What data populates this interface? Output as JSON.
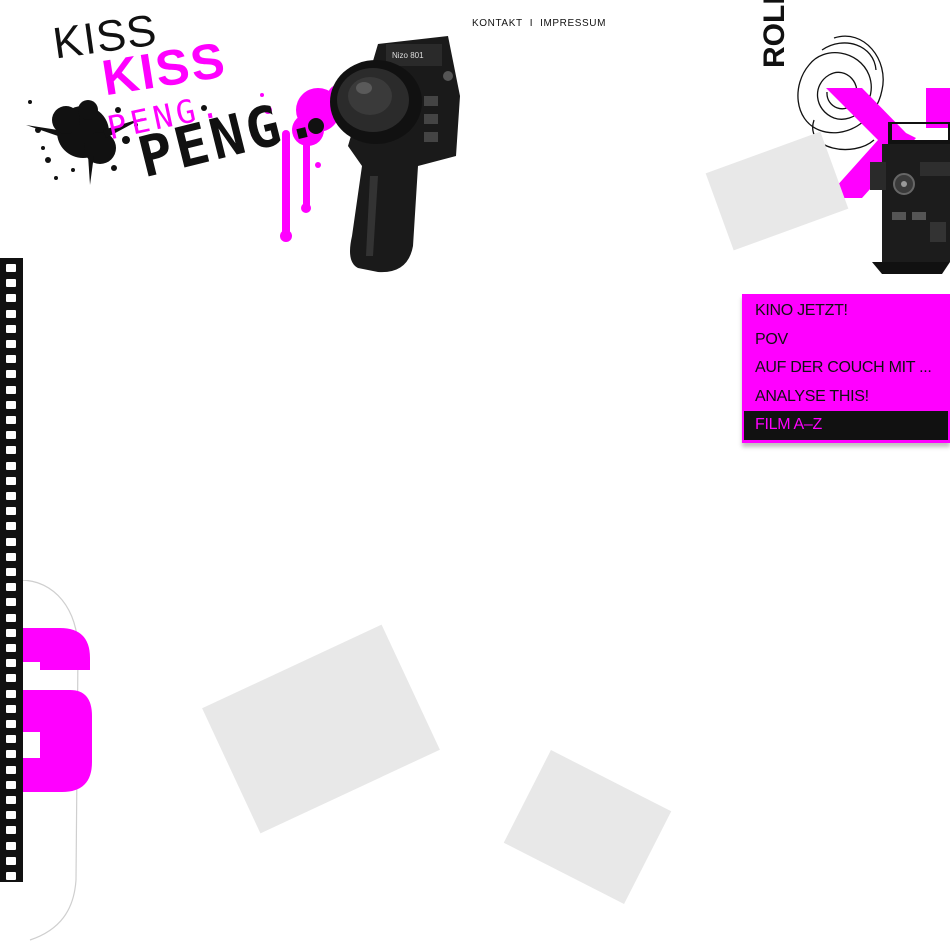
{
  "top_nav": {
    "links": [
      "KONTAKT",
      "IMPRESSUM"
    ],
    "separator": "I"
  },
  "logo": {
    "line1": "KISS",
    "line2": "KISS",
    "line3": "PENG.",
    "line4": "PENG."
  },
  "side_text": "ROLL",
  "menu": {
    "items": [
      {
        "label": "KINO JETZT!",
        "active": false
      },
      {
        "label": "POV",
        "active": false
      },
      {
        "label": "AUF DER COUCH MIT ...",
        "active": false
      },
      {
        "label": "ANALYSE THIS!",
        "active": false
      },
      {
        "label": "FILM A–Z",
        "active": true
      }
    ]
  },
  "colors": {
    "accent": "#ff00ff",
    "dark": "#111111",
    "background": "#ffffff",
    "placeholder_grey": "#e8e8e8"
  },
  "icons": [
    "super8-camera-icon",
    "film-projector-icon",
    "filmstrip-icon",
    "paint-splatter-icon",
    "scribble-icon"
  ]
}
